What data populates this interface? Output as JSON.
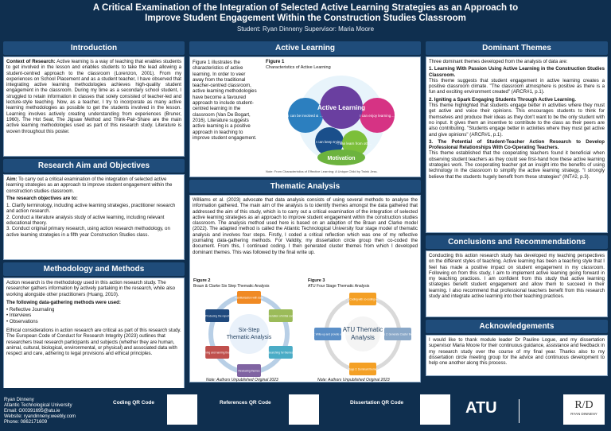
{
  "header": {
    "title": "A Critical Examination of the Integration of Selected Active Learning Strategies as an Approach to Improve Student Engagement Within the Construction Studies Classroom",
    "authors": "Student: Ryan Dinneny Supervisor: Maria Moore"
  },
  "intro": {
    "heading": "Introduction",
    "label": "Context of Research:",
    "text": "Active learning is a way of teaching that enables students to get involved in the lesson and enables students to take the lead allowing a student-centred approach to the classroom (Lorenzon, 2001). From my experiences on School Placement and as a student teacher, I have observed that integrating active learning methodologies achieves high-quality student engagement in the classroom. During my time as a secondary school student, I struggled to retain information in classes that solely consisted of teacher-led and lecture-style teaching. Now, as a teacher, I try to incorporate as many active learning methodologies as possible to get the students involved in the lesson. Learning involves actively creating understanding from experiences (Bruner, 1960). The Hot Seat, The Jigsaw Method and Think-Pair-Share are the main active learning methodologies used as part of this research study. Literature is woven throughout this poster."
  },
  "aim": {
    "heading": "Research Aim and Objectives",
    "label": "Aim:",
    "text": "To carry out a critical examination of the integration of selected active learning strategies as an approach to improve student engagement within the construction studies classroom.",
    "obj_heading": "The research objectives are to:",
    "objectives": [
      "1. Clarify terminology, including active learning strategies, practitioner research and action research.",
      "2. Conduct a literature analysis study of active learning, including relevant educational theory.",
      "3. Conduct original primary research, using action research methodology, on active learning strategies in a fifth year Construction Studies class."
    ]
  },
  "methods": {
    "heading": "Methodology and Methods",
    "text": "Action research is the methodology used in this action research study. The researcher gathers information by actively partaking in the research, while also working alongside other practitioners (Huang, 2010).",
    "list_heading": "The following data-gathering methods were used:",
    "items": [
      "Reflective Journaling",
      "Interviews",
      "Observations"
    ],
    "ethics": "Ethical considerations in action research are critical as part of this research study. The European Code of Conduct for Research Integrity (2023) outlines that researchers treat research participants and subjects (whether they are human, animal, cultural, biological, environmental, or physical) and associated data with respect and care, adhering to legal provisions and ethical principles."
  },
  "active": {
    "heading": "Active Learning",
    "text": "Figure 1 illustrates the characteristics of active learning. In order to veer away from the traditional teacher-centred classroom, active learning methodologies have become a favoured approach to include student-centred learning in the classroom (Van De Bogart, 2016). Literature suggests active learning is a positive approach in teaching to improve student engagement.",
    "fig_label": "Figure 1",
    "fig_title": "Characteristics of Active Learning",
    "center_top": "Active Learning",
    "center_bottom": "Motivation",
    "petal_labels": [
      "I can be involved & concentrate.",
      "I can enjoy learning what I am taught to do.",
      "I can keep trying.",
      "I can learn from others."
    ],
    "fig_note": "Note: From Characteristics of Effective Learning: A Unique Child by Twink Jess."
  },
  "thematic": {
    "heading": "Thematic Analysis",
    "text": "Williams et al. (2023) advocate that data analysis consists of using several methods to analyse the information gathered. The main aim of the analysis is to identify themes amongst the data gathered that addressed the aim of this study, which is to carry out a critical examination of the integration of selected active learning strategies as an approach to improve student engagement within the construction studies classroom. The analysis method used here is based on an adaption of the Braun and Clarke model (2022). The adapted method is called the Atlantic Technological University four stage model of thematic analysis and involves four steps. Firstly, I coded a critical reflection which was one of my reflective journaling data-gathering methods. For Validity, my dissertation circle group then co-coded the document. From this, I continued coding. I then generated cluster themes from which I developed dominant themes. This was followed by the final write up.",
    "fig2_label": "Figure 2",
    "fig2_title": "Braun & Clarke Six Step Thematic Analysis",
    "fig2_center": "Six-Step Thematic Analysis",
    "fig2_steps": [
      "Familiarisation with data",
      "Generation of initial codes",
      "Searching for themes",
      "Reviewing themes",
      "Defining and naming themes",
      "Producing the report"
    ],
    "fig3_label": "Figure 3",
    "fig3_title": "ATU Four Stage Thematic Analysis",
    "fig3_center": "ATU Thematic Analysis",
    "fig3_steps": [
      "Stage 1: Coding with co-coding validation",
      "Stage 2: Generate Cluster themes",
      "Stage 3: Dominant themes",
      "Stage 4: Write-up and provide evidence"
    ],
    "fig_note": "Note: Authors Unpublished Original 2023"
  },
  "dominant": {
    "heading": "Dominant Themes",
    "intro": "Three dominant themes developed from the analysis of data are:",
    "t1_title": "1. Learning With Passion Using Active Learning in the Construction Studies Classroom.",
    "t1_text": "This theme suggests that student engagement in active learning creates a positive classroom climate. \"The classroom atmosphere is positive as there is a fun and exciting environment created\" (ARCR#1, p.1).",
    "t2_title": "2. Igniting a Spark Engaging Students Through Active Learning.",
    "t2_text": "This theme highlighted that students engage better in activities where they must get active and voice their opinions. This encourages students to think for themselves and produce their ideas as they don't want to be the only student with no input. It gives them an incentive to contribute to the class as their peers are also contributing. \"Students engage better in activities where they must get active and give opinions\" (ARCR#1, p.1).",
    "t3_title": "3. The Potential of Student-Teacher Action Research to Develop Professional Relationships With Co-Operating Teachers.",
    "t3_text": "This theme established that the cooperating teachers found it beneficial when observing student teachers as they could see first-hand how these active learning strategies work. The cooperating teacher got an insight into the benefits of using technology in the classroom to simplify the active learning strategy. \"I strongly believe that the students hugely benefit from these strategies\" (INT#2, p.3)."
  },
  "conclusions": {
    "heading": "Conclusions and Recommendations",
    "text": "Conducting this action research study has developed my teaching perspectives on the different styles of teaching. Active learning has been a teaching style that I feel has made a positive impact on student engagement in my classroom. Following on from this study, I aim to implement active learning going forward in my teaching practices. I am confident from this study that active learning strategies benefit student engagement and allow them to succeed in their learning. I also recommend that professional teachers benefit from this research study and integrate active learning into their teaching practices."
  },
  "ack": {
    "heading": "Acknowledgements",
    "text": "I would like to thank module leader Dr Pauline Logue, and my dissertation supervisor Maria Moore for their continuous guidance, assistance and feedback in my research study over the course of my final year. Thanks also to my dissertation circle meeting group for the advice and continuous development to help one another along this process."
  },
  "footer": {
    "name": "Ryan Dinneny",
    "uni": "Atlantic Technological University",
    "email": "Email: G00391695@atu.ie",
    "website": "Website: ryandinneny.weebly.com",
    "phone": "Phone: 0862171609",
    "qr1": "Coding QR Code",
    "qr2": "References QR Code",
    "qr3": "Dissertation QR Code",
    "atu": "ATU",
    "logo_text": "RYAN DINNENY"
  }
}
